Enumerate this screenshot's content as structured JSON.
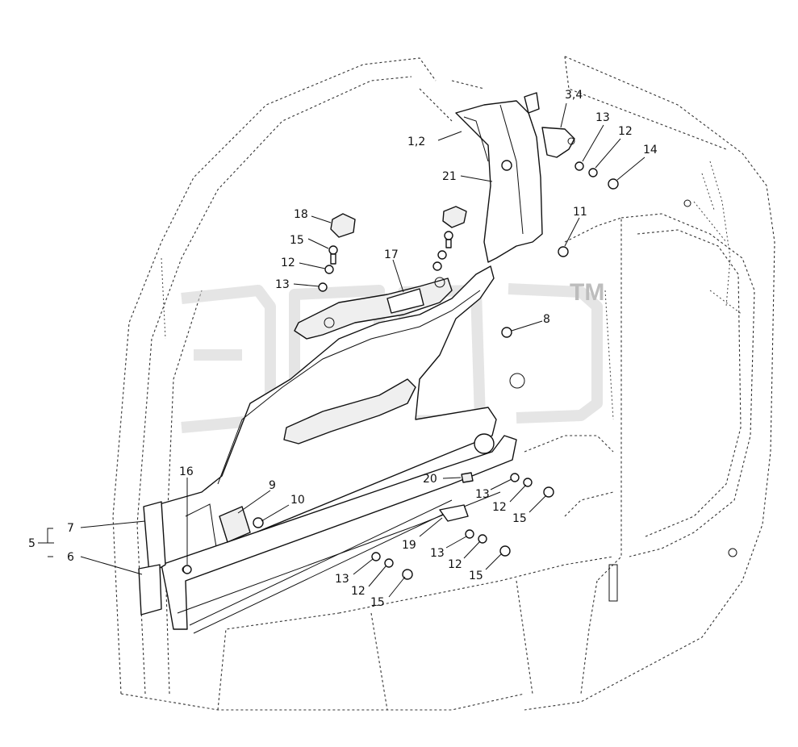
{
  "watermark": {
    "mark": "TM"
  },
  "callouts": [
    {
      "id": "c-1-2",
      "text": "1,2"
    },
    {
      "id": "c-3-4",
      "text": "3,4"
    },
    {
      "id": "c-13-top",
      "text": "13"
    },
    {
      "id": "c-12-top",
      "text": "12"
    },
    {
      "id": "c-14",
      "text": "14"
    },
    {
      "id": "c-21",
      "text": "21"
    },
    {
      "id": "c-11",
      "text": "11"
    },
    {
      "id": "c-18",
      "text": "18"
    },
    {
      "id": "c-15-left",
      "text": "15"
    },
    {
      "id": "c-12-left",
      "text": "12"
    },
    {
      "id": "c-13-left",
      "text": "13"
    },
    {
      "id": "c-17",
      "text": "17"
    },
    {
      "id": "c-8",
      "text": "8"
    },
    {
      "id": "c-16",
      "text": "16"
    },
    {
      "id": "c-9",
      "text": "9"
    },
    {
      "id": "c-10",
      "text": "10"
    },
    {
      "id": "c-7",
      "text": "7"
    },
    {
      "id": "c-5",
      "text": "5"
    },
    {
      "id": "c-6",
      "text": "6"
    },
    {
      "id": "c-20",
      "text": "20"
    },
    {
      "id": "c-13-mid",
      "text": "13"
    },
    {
      "id": "c-12-mid",
      "text": "12"
    },
    {
      "id": "c-15-mid",
      "text": "15"
    },
    {
      "id": "c-19",
      "text": "19"
    },
    {
      "id": "c-13-low",
      "text": "13"
    },
    {
      "id": "c-12-low",
      "text": "12"
    },
    {
      "id": "c-15-low",
      "text": "15"
    },
    {
      "id": "c-13-bot",
      "text": "13"
    },
    {
      "id": "c-12-bot",
      "text": "12"
    },
    {
      "id": "c-15-bot",
      "text": "15"
    }
  ]
}
